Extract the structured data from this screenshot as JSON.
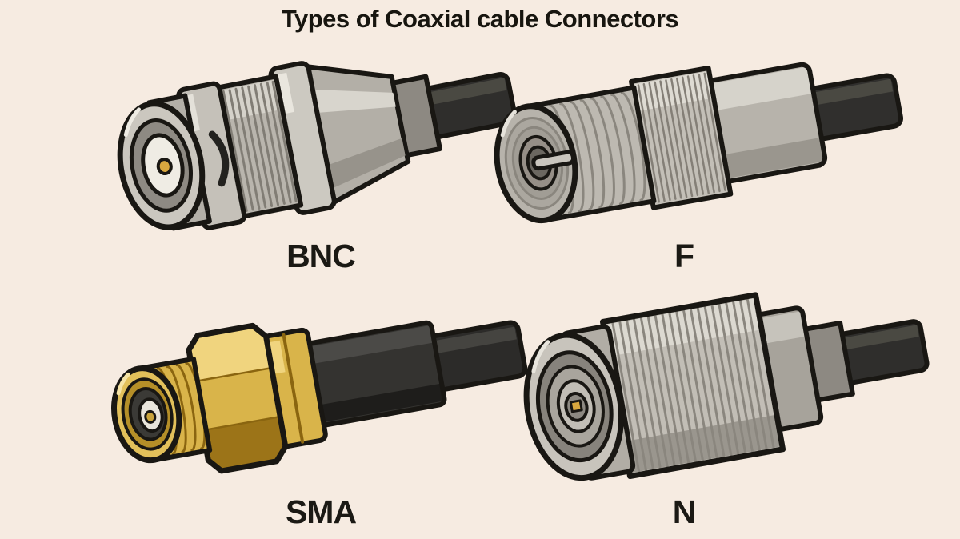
{
  "title": "Types of Coaxial cable Connectors",
  "connectors": [
    {
      "id": "bnc",
      "label": "BNC",
      "style": "gray bayonet connector with knurled ring and gold center pin"
    },
    {
      "id": "f",
      "label": "F",
      "style": "gray threaded connector with protruding center pin"
    },
    {
      "id": "sma",
      "label": "SMA",
      "style": "gold hex-body threaded connector"
    },
    {
      "id": "n",
      "label": "N",
      "style": "large gray ribbed barrel connector with square gold pin"
    }
  ],
  "palette": {
    "background": "#f6ebe1",
    "outline": "#1a1813",
    "metal_light": "#cbc7bf",
    "metal": "#b7b3ab",
    "metal_dark": "#8d8982",
    "gold": "#d9b44a",
    "gold_light": "#f0d47e",
    "gold_dark": "#9c7418",
    "cable_black": "#2f2e2c",
    "pin_gold": "#d9a83f",
    "dielectric_white": "#efece4",
    "text": "#17150f"
  }
}
